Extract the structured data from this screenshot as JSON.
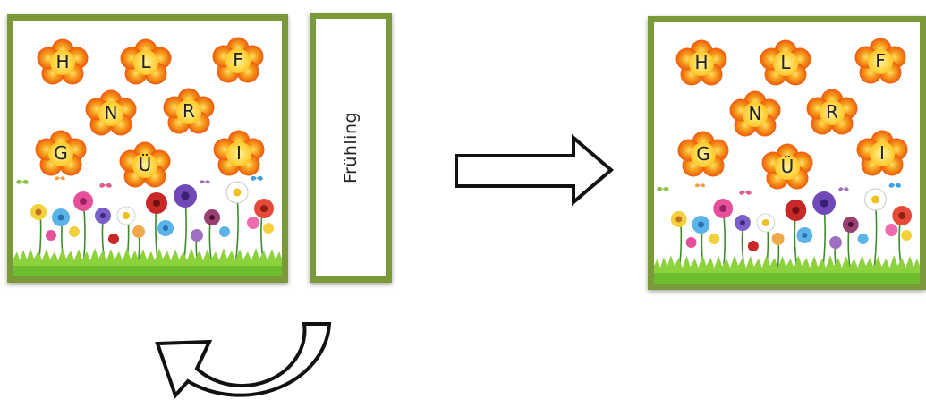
{
  "left_card": {
    "letters": [
      "H",
      "L",
      "F",
      "N",
      "R",
      "G",
      "Ü",
      "I"
    ]
  },
  "strip": {
    "label": "Frühling"
  },
  "right_card": {
    "letters": [
      "H",
      "L",
      "F",
      "N",
      "R",
      "G",
      "Ü",
      "I"
    ]
  },
  "colors": {
    "frame": "#7a9a3a",
    "petal": "#f26a10",
    "petal_light": "#f6a01e",
    "flower_center": "#ffd23c",
    "grass": "#8cd23c"
  },
  "icons": {
    "forward": "right-arrow-icon",
    "repeat": "curved-return-arrow-icon"
  }
}
